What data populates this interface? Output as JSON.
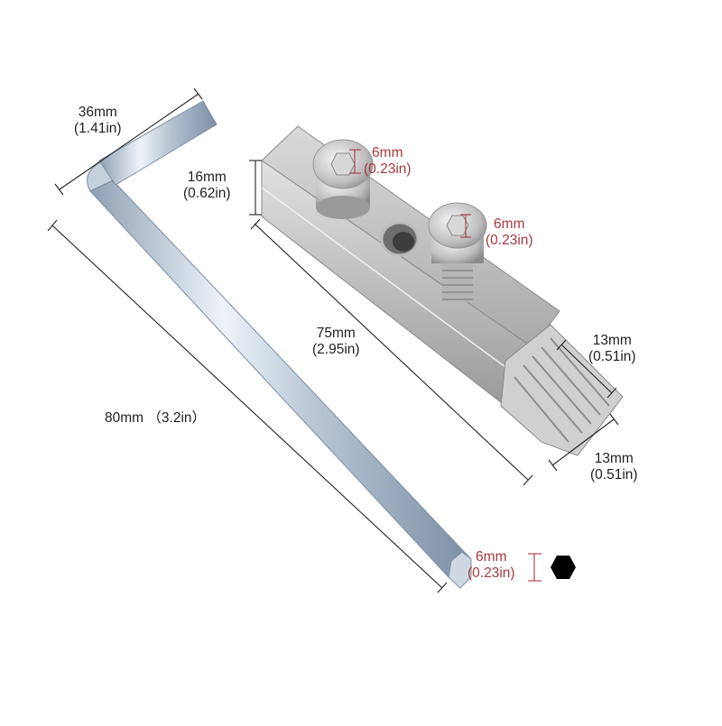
{
  "colors": {
    "background": "#ffffff",
    "dimension_text": "#1f1f1f",
    "hex_dimension_text": "#a8383c",
    "dimension_line": "#222222",
    "hex_key_steel": "#b9c6d4",
    "block_steel": "#c8c8c8",
    "hex_symbol": "#000000"
  },
  "hex_key": {
    "short_arm": {
      "mm": "36mm",
      "in": "(1.41in)"
    },
    "long_arm": {
      "mm": "80mm",
      "in": "（3.2in）"
    },
    "tip": {
      "mm": "6mm",
      "in": "(0.23in)"
    }
  },
  "block_tool": {
    "height": {
      "mm": "16mm",
      "in": "(0.62in)"
    },
    "length": {
      "mm": "75mm",
      "in": "(2.95in)"
    },
    "bolt_1_hex": {
      "mm": "6mm",
      "in": "(0.23in)"
    },
    "bolt_2_hex": {
      "mm": "6mm",
      "in": "(0.23in)"
    },
    "spline_width": {
      "mm": "13mm",
      "in": "(0.51in)"
    },
    "spline_depth": {
      "mm": "13mm",
      "in": "(0.51in)"
    }
  },
  "icons": {
    "hex_profile": "hexagon-icon"
  }
}
